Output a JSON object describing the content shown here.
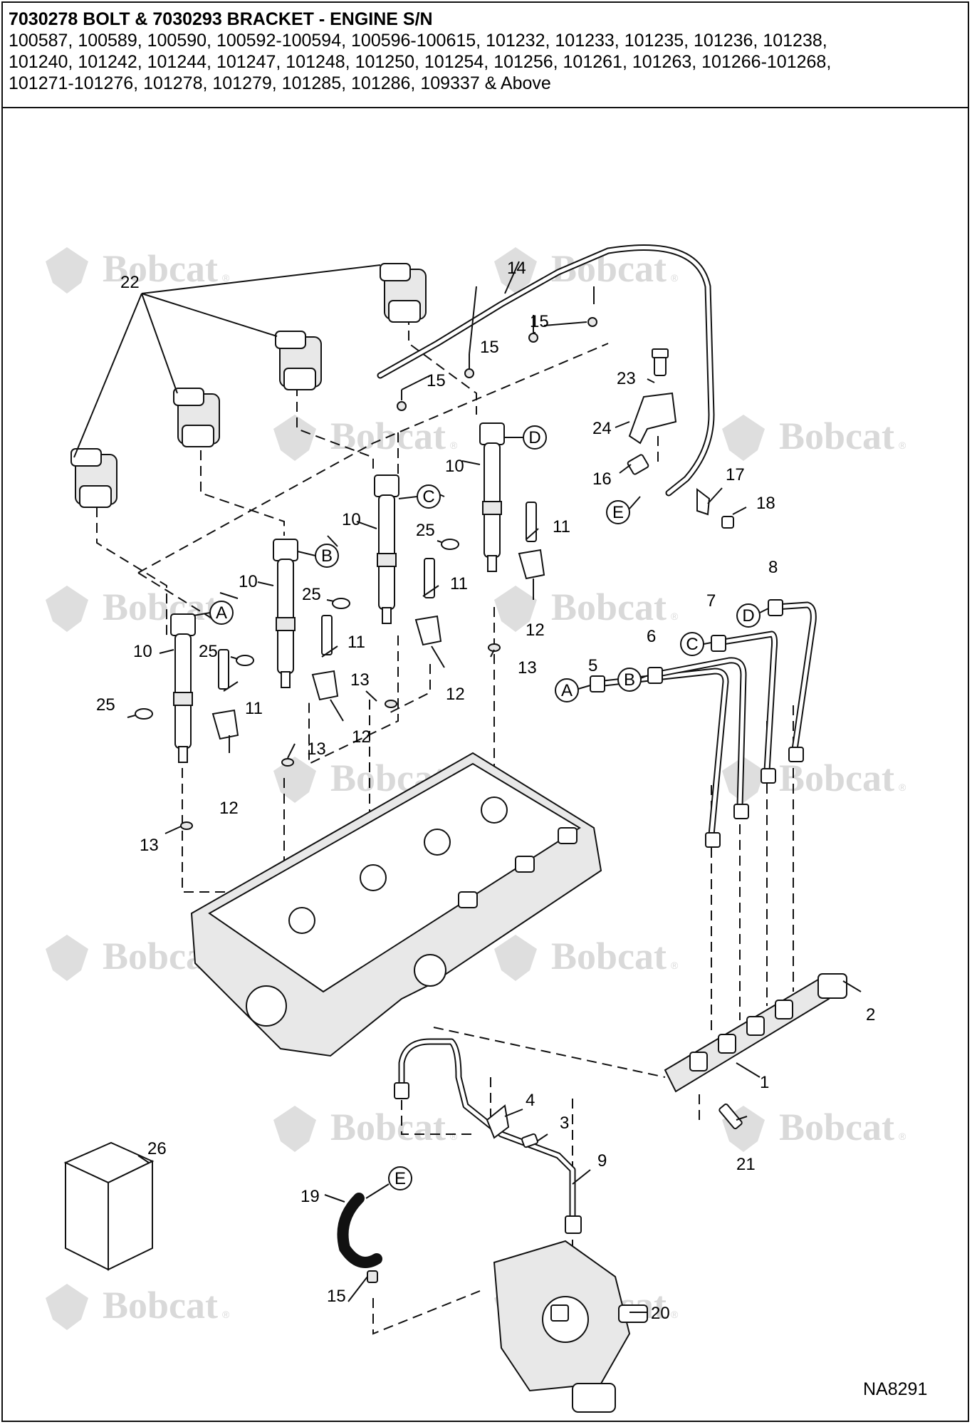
{
  "header": {
    "title": "7030278 BOLT & 7030293 BRACKET - ENGINE S/N",
    "serial_lines": [
      "100587, 100589, 100590, 100592-100594, 100596-100615, 101232, 101233, 101235, 101236, 101238,",
      "101240, 101242, 101244, 101247, 101248, 101250, 101254, 101256, 101261, 101263, 101266-101268,",
      "101271-101276, 101278, 101279, 101285, 101286, 109337 & Above"
    ]
  },
  "watermark": {
    "text": "Bobcat",
    "mark": "®"
  },
  "callouts": {
    "c1": "1",
    "c2": "2",
    "c3": "3",
    "c4": "4",
    "c5": "5",
    "c6": "6",
    "c7": "7",
    "c8": "8",
    "c9": "9",
    "c10": "10",
    "c11": "11",
    "c12": "12",
    "c13": "13",
    "c14": "14",
    "c15": "15",
    "c16": "16",
    "c17": "17",
    "c18": "18",
    "c19": "19",
    "c20": "20",
    "c21": "21",
    "c22": "22",
    "c23": "23",
    "c24": "24",
    "c25": "25",
    "c26": "26"
  },
  "connection_letters": {
    "a": "A",
    "b": "B",
    "c": "C",
    "d": "D",
    "e": "E"
  },
  "drawing_code": "NA8291"
}
